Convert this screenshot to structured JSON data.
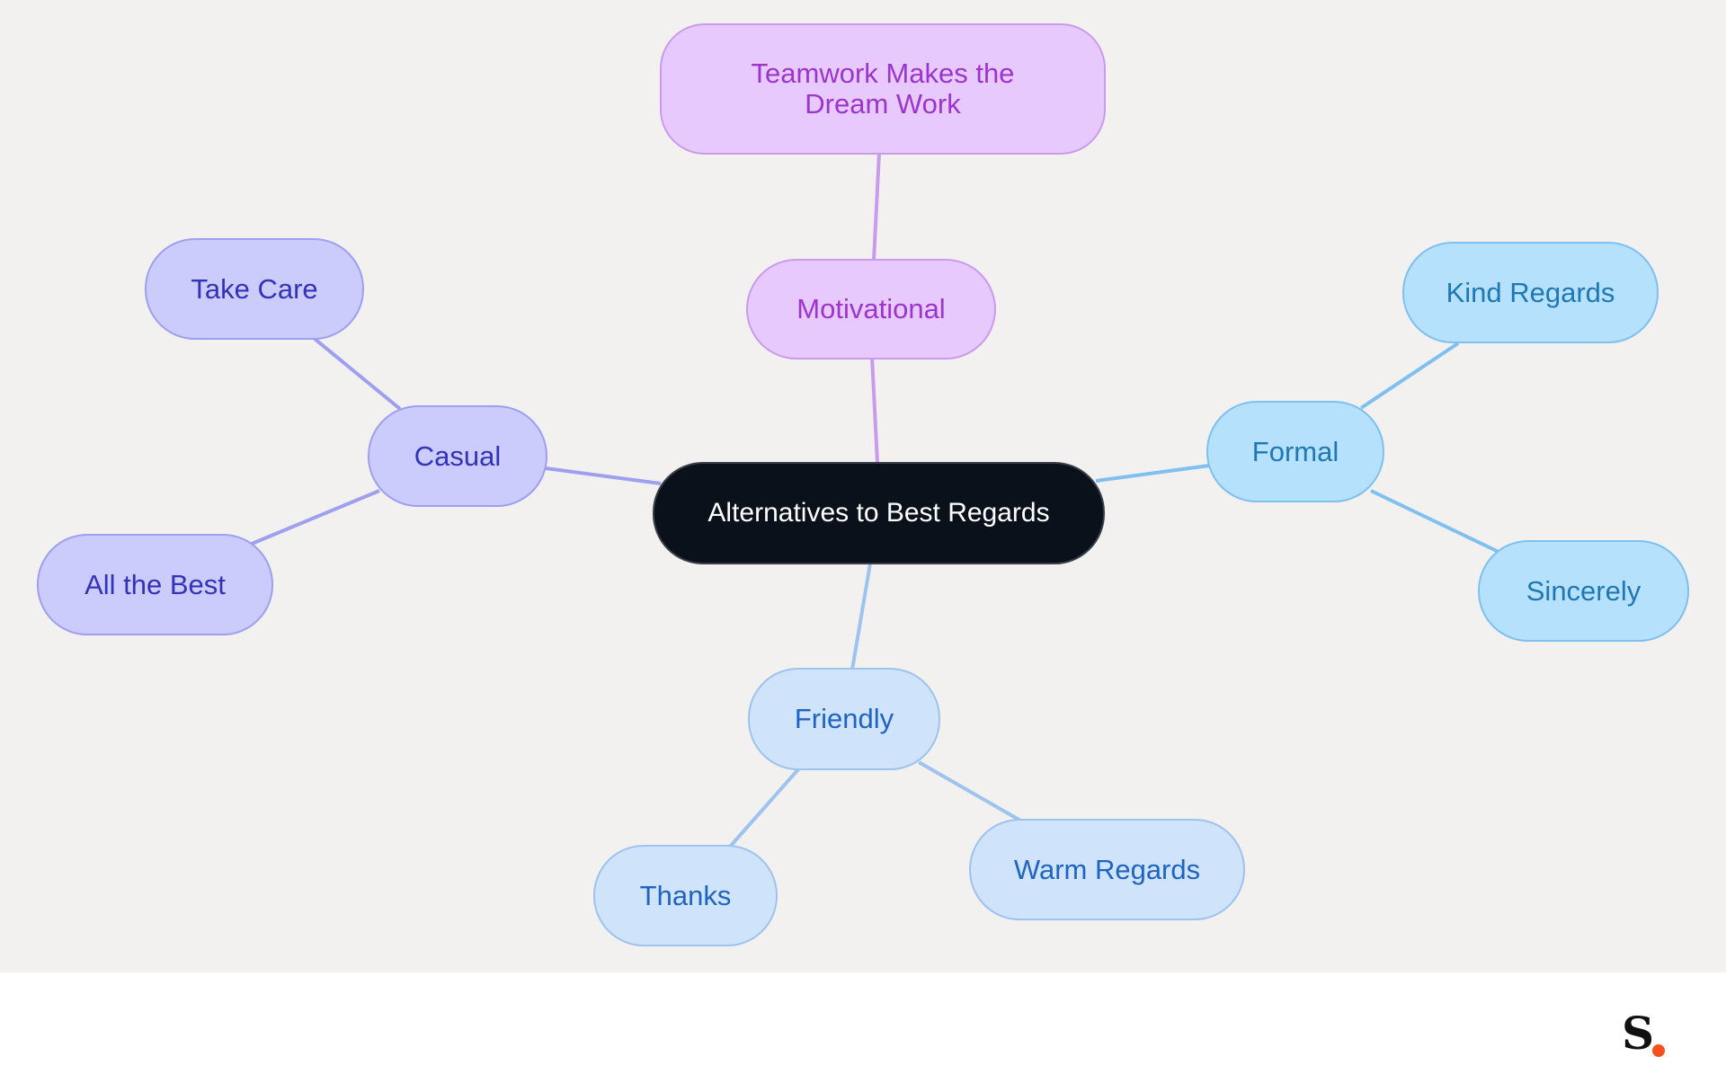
{
  "diagram": {
    "root": {
      "label": "Alternatives to Best Regards"
    },
    "branches": {
      "motivational": {
        "label": "Motivational",
        "color": "#c99bee",
        "children": [
          "Teamwork Makes the Dream Work"
        ]
      },
      "casual": {
        "label": "Casual",
        "color": "#9f9ff0",
        "children": [
          "Take Care",
          "All the Best"
        ]
      },
      "formal": {
        "label": "Formal",
        "color": "#7ec0ef",
        "children": [
          "Kind Regards",
          "Sincerely"
        ]
      },
      "friendly": {
        "label": "Friendly",
        "color": "#9dc3ef",
        "children": [
          "Thanks",
          "Warm Regards"
        ]
      }
    }
  },
  "logo": {
    "letter": "S",
    "accent_color": "#f4511e"
  }
}
